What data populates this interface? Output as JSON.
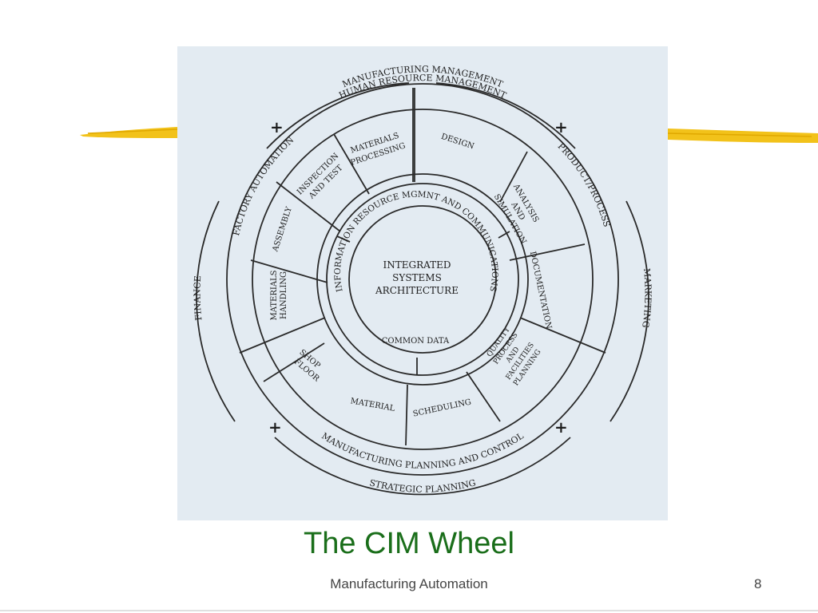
{
  "slide": {
    "title": "The CIM Wheel",
    "footer": "Manufacturing Automation",
    "page_number": "8"
  },
  "colors": {
    "title": "#1a6e1a",
    "brush": "#f2c21a",
    "figure_background": "#e3ebf2",
    "line_art": "#2a2a2a"
  },
  "wheel": {
    "center_lines": [
      "INTEGRATED",
      "SYSTEMS",
      "ARCHITECTURE"
    ],
    "hub_ring_text": "INFORMATION RESOURCE MGMNT AND COMMUNICATIONS",
    "common_data": "COMMON DATA",
    "segments": {
      "materials_processing": [
        "MATERIALS",
        "PROCESSING"
      ],
      "design": "DESIGN",
      "inspection_and_test": [
        "INSPECTION",
        "AND TEST"
      ],
      "assembly": "ASSEMBLY",
      "materials_handling": [
        "MATERIALS",
        "HANDLING"
      ],
      "analysis_and_simulation": [
        "ANALYSIS",
        "AND",
        "SIMULATION"
      ],
      "documentation": "DOCUMENTATION",
      "quality_process_and_facilities_planning": [
        "QUALITY",
        "PROCESS",
        "AND",
        "FACILITIES",
        "PLANNING"
      ],
      "scheduling": "SCHEDULING",
      "material": "MATERIAL",
      "shop_floor": [
        "SHOP",
        "FLOOR"
      ]
    },
    "areas": {
      "factory_automation": "FACTORY AUTOMATION",
      "product_process": "PRODUCT/PROCESS",
      "manufacturing_planning_and_control": "MANUFACTURING PLANNING AND CONTROL"
    },
    "outer": {
      "manufacturing_management": "MANUFACTURING MANAGEMENT",
      "human_resource_management": "HUMAN RESOURCE MANAGEMENT",
      "finance": "FINANCE",
      "marketing": "MARKETING",
      "strategic_planning": "STRATEGIC PLANNING"
    },
    "plus_symbol": "+"
  }
}
